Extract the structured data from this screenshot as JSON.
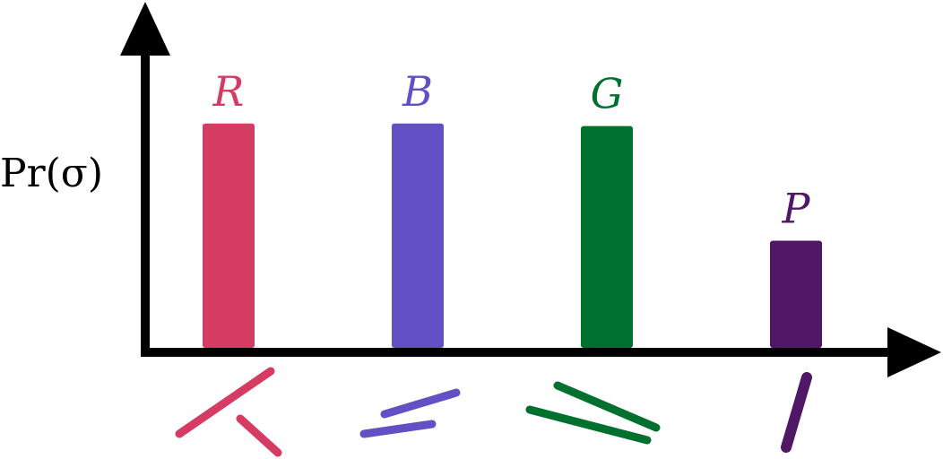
{
  "chart_data": {
    "type": "bar",
    "ylabel": "Pr(σ)",
    "xlabel": "",
    "ylim": [
      0,
      1
    ],
    "categories": [
      "R",
      "B",
      "G",
      "P"
    ],
    "values": [
      0.9,
      0.9,
      0.89,
      0.43
    ],
    "colors": [
      "#d63b63",
      "#6250c4",
      "#00702f",
      "#4f1765"
    ],
    "grid": false,
    "legend": "none",
    "glyph_icons": [
      "two-stroke-angle-glyph",
      "two-parallel-strokes-glyph",
      "two-diverging-strokes-glyph",
      "single-thick-stroke-glyph"
    ]
  }
}
